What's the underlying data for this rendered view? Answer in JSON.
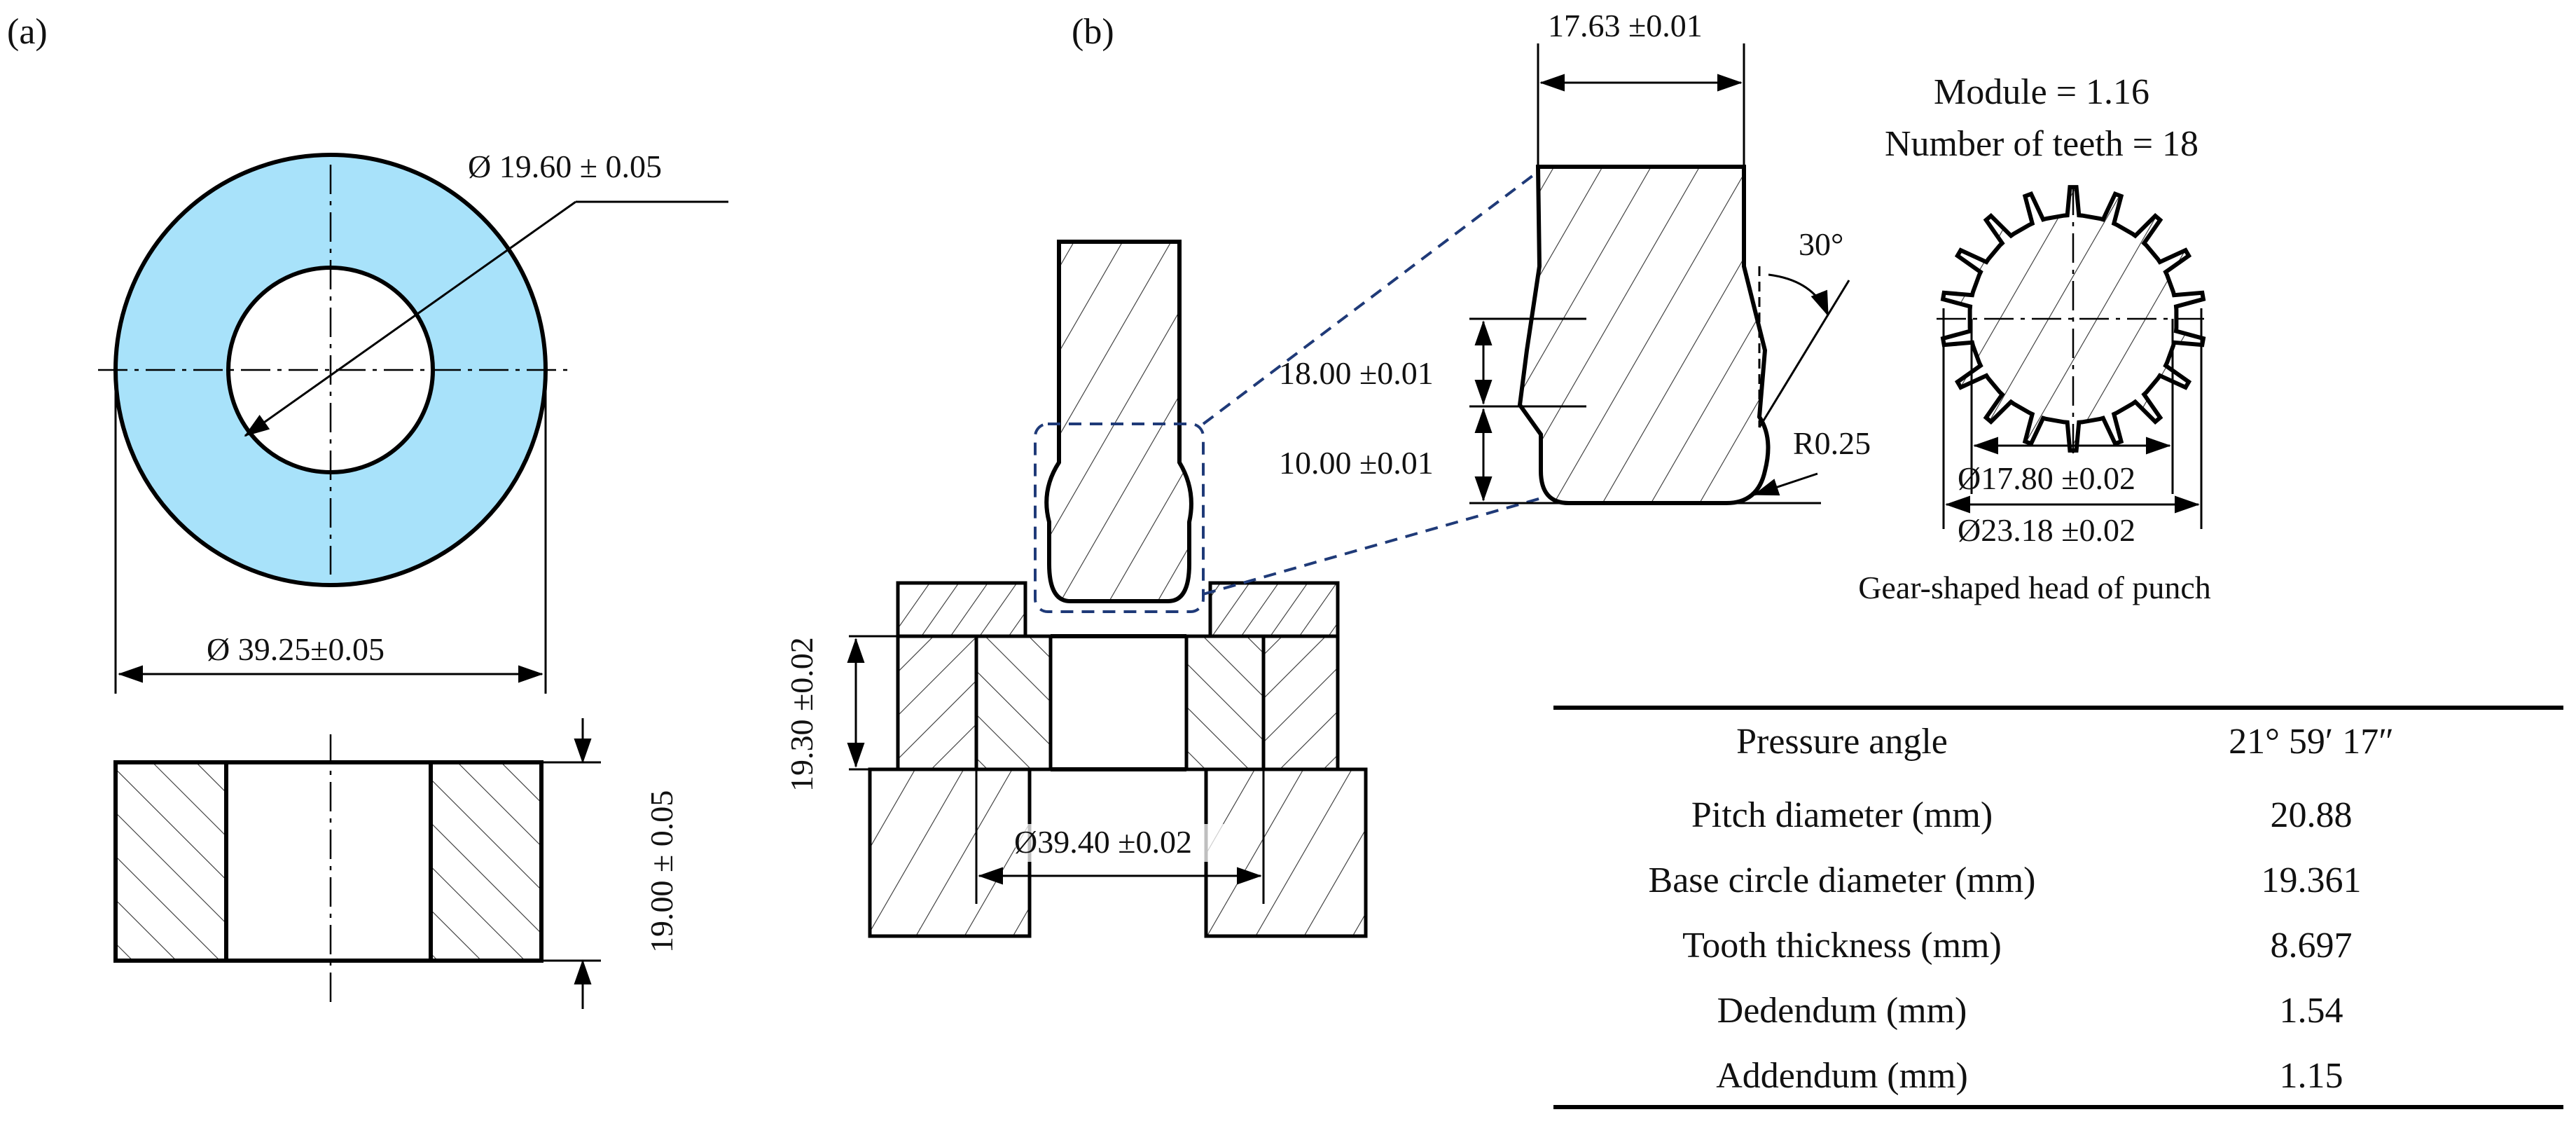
{
  "panel_a": {
    "label": "(a)",
    "inner_diameter": "Ø 19.60 ± 0.05",
    "outer_diameter": "Ø 39.25±0.05",
    "height": "19.00 ± 0.05",
    "ring_fill_color": "#a8e2fa"
  },
  "panel_b": {
    "label": "(b)",
    "die_diameter": "Ø39.40 ±0.02",
    "die_height": "19.30 ±0.02",
    "punch_width": "17.63 ±0.01",
    "dim_18": "18.00 ±0.01",
    "dim_10": "10.00 ±0.01",
    "angle": "30°",
    "radius": "R0.25",
    "gear_module": "Module = 1.16",
    "gear_teeth": "Number of teeth = 18",
    "gear_root_diameter": "Ø17.80 ±0.02",
    "gear_tip_diameter": "Ø23.18 ±0.02",
    "gear_caption": "Gear-shaped head of punch",
    "detail_outline_color": "#1f3a78"
  },
  "gear_table": {
    "rows": [
      {
        "param": "Pressure angle",
        "value": "21° 59′ 17″"
      },
      {
        "param": "Pitch diameter (mm)",
        "value": "20.88"
      },
      {
        "param": "Base circle diameter (mm)",
        "value": "19.361"
      },
      {
        "param": "Tooth thickness (mm)",
        "value": "8.697"
      },
      {
        "param": "Dedendum (mm)",
        "value": "1.54"
      },
      {
        "param": "Addendum (mm)",
        "value": "1.15"
      }
    ]
  }
}
